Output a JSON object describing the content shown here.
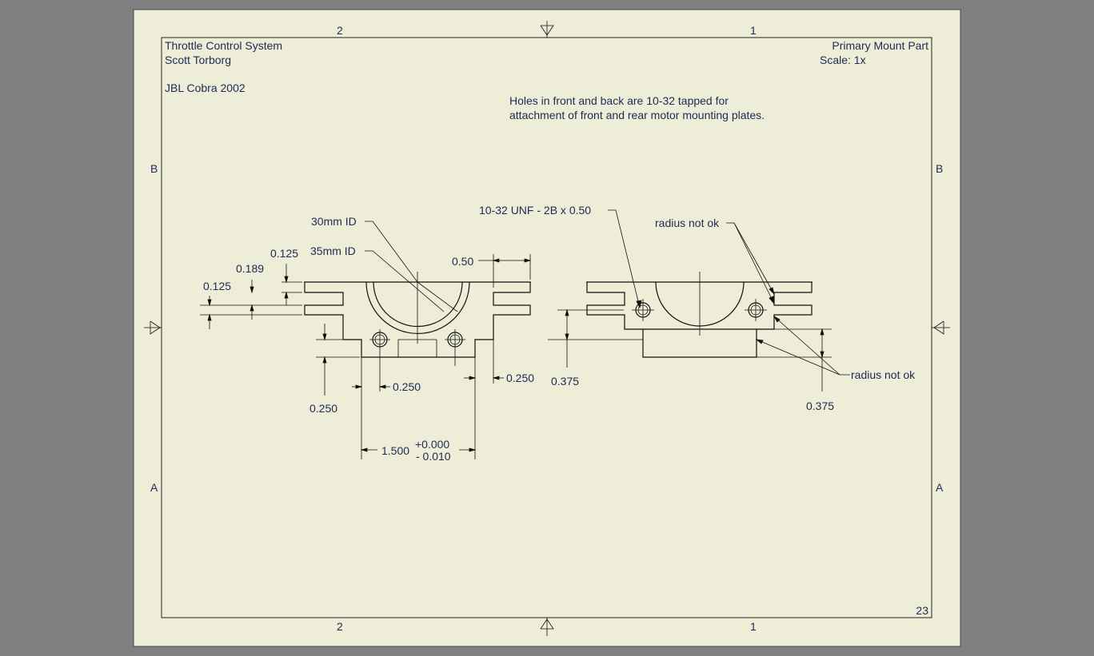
{
  "title_block": {
    "project": "Throttle Control System",
    "author": "Scott Torborg",
    "vehicle": "JBL Cobra 2002",
    "part_name": "Primary Mount Part",
    "scale": "Scale: 1x",
    "sheet_number": "23"
  },
  "note": {
    "line1": "Holes in front and back are 10-32 tapped for",
    "line2": "attachment of front and rear motor mounting plates."
  },
  "zones": {
    "col_left": "2",
    "col_right": "1",
    "row_upper": "B",
    "row_lower": "A"
  },
  "callouts": {
    "bore_inner": "30mm ID",
    "bore_outer": "35mm ID",
    "thread": "10-32 UNF - 2B x 0.50",
    "radius_top": "radius not ok",
    "radius_bottom": "radius not ok"
  },
  "dimensions": {
    "top_slot": "0.125",
    "slot_offset": "0.189",
    "mid_slot": "0.125",
    "ear_width": "0.50",
    "step_height": "0.250",
    "hole_offset": "0.250",
    "side_step": "0.250",
    "base_width": "1.500",
    "tol_plus": "+0.000",
    "tol_minus": "- 0.010",
    "side_hole_height": "0.375",
    "side_step_height": "0.375"
  }
}
